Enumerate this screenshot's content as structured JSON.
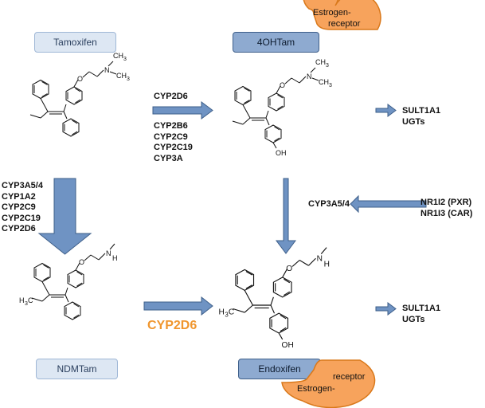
{
  "compounds": {
    "tamoxifen": "Tamoxifen",
    "ohtam": "4OHTam",
    "ndmtam": "NDMTam",
    "endoxifen": "Endoxifen"
  },
  "receptors": {
    "top": [
      "Estrogen-",
      "receptor"
    ],
    "bottom": [
      "receptor",
      "Estrogen-"
    ]
  },
  "enzymes": {
    "tam_to_ohtam_main": "CYP2D6",
    "tam_to_ohtam_minor": [
      "CYP2B6",
      "CYP2C9",
      "CYP2C19",
      "CYP3A"
    ],
    "tam_to_ndmtam": [
      "CYP3A5/4",
      "CYP1A2",
      "CYP2C9",
      "CYP2C19",
      "CYP2D6"
    ],
    "ndmtam_to_endoxifen": "CYP2D6",
    "ohtam_to_endoxifen": "CYP3A5/4",
    "ohtam_out": [
      "SULT1A1",
      "UGTs"
    ],
    "endoxifen_out": [
      "SULT1A1",
      "UGTs"
    ],
    "regulators": [
      "NR1I2 (PXR)",
      "NR1I3 (CAR)"
    ]
  },
  "atoms": {
    "N": "N",
    "O": "O",
    "H": "H",
    "OH": "OH",
    "CH3": "CH",
    "sub3": "3",
    "H3C": "H",
    "H3C_tail": "C"
  },
  "colors": {
    "arrow_fill": "#6f93c3",
    "arrow_stroke": "#3e5f8a",
    "orange": "#f0962e",
    "orange_stroke": "#d9781a"
  }
}
